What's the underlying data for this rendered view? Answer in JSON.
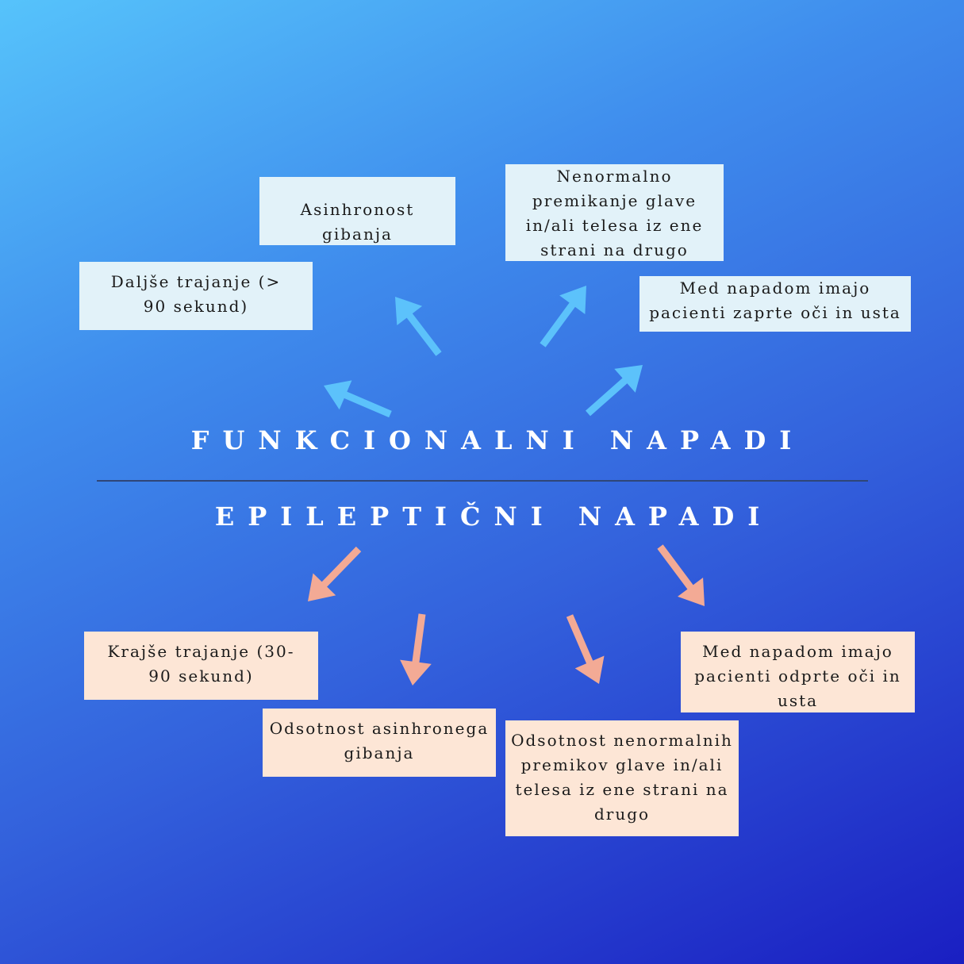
{
  "functional": {
    "title": "FUNKCIONALNI NAPADI",
    "color": "#5cc2fb",
    "items": [
      "Daljše trajanje (> 90 sekund)",
      "Asinhronost gibanja",
      "Nenormalno premikanje glave in/ali telesa iz ene strani na drugo",
      "Med napadom imajo pacienti zaprte oči in usta"
    ]
  },
  "epileptic": {
    "title": "EPILEPTIČNI NAPADI",
    "color": "#f3aa95",
    "items": [
      "Krajše trajanje (30-90 sekund)",
      "Odsotnost asinhronega gibanja",
      "Odsotnost nenormalnih premikov glave in/ali telesa iz ene strani na drugo",
      "Med napadom imajo pacienti odprte oči in usta"
    ]
  },
  "colors": {
    "functional_box": "#e2f2f9",
    "epileptic_box": "#fde6d6",
    "divider": "#2f4677"
  }
}
